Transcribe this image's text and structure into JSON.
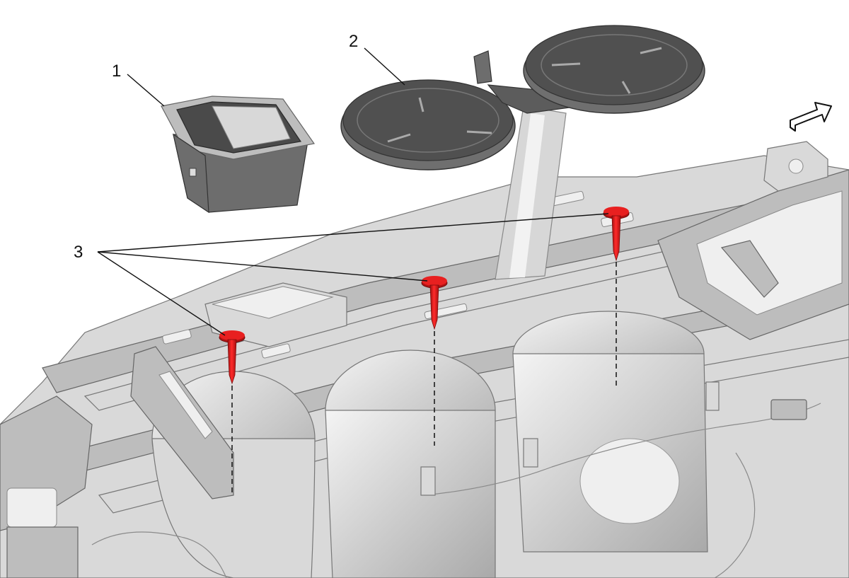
{
  "callouts": [
    {
      "id": "1",
      "label": "1"
    },
    {
      "id": "2",
      "label": "2"
    },
    {
      "id": "3",
      "label": "3"
    }
  ],
  "colors": {
    "fastener": "#e01b1b",
    "fastener_dark": "#8f0f0f",
    "part_light": "#d9d9d9",
    "part_dark": "#4a4a4a"
  },
  "icons": {
    "direction_arrow": "front-direction-arrow-icon"
  }
}
